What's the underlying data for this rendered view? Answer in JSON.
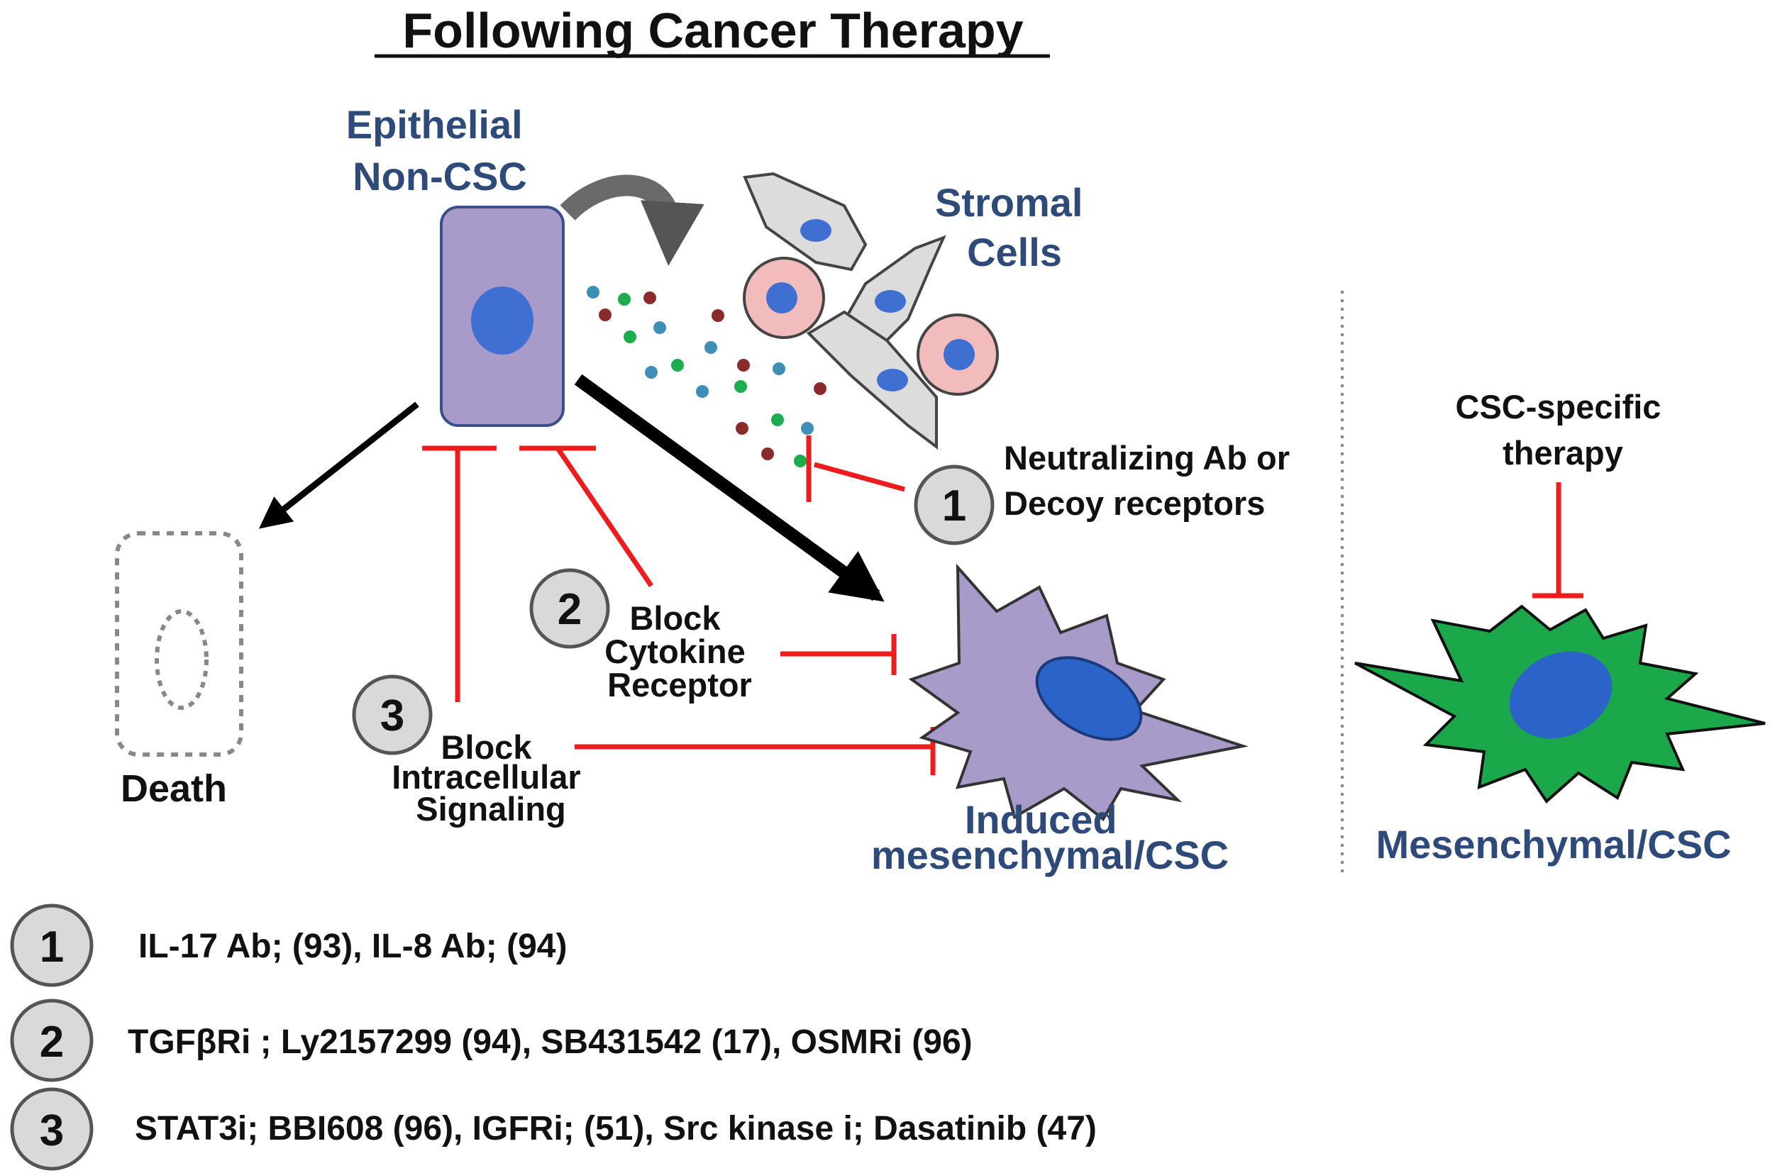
{
  "title": "Following Cancer Therapy",
  "labels": {
    "epithelial": [
      "Epithelial",
      "Non-CSC"
    ],
    "stromal": [
      "Stromal",
      "Cells"
    ],
    "death": "Death",
    "induced": [
      "Induced",
      "mesenchymal/CSC"
    ],
    "mesenchymal": "Mesenchymal/CSC",
    "csc_therapy": [
      "CSC-specific",
      "therapy"
    ]
  },
  "interventions": [
    {
      "number": "1",
      "lines": [
        "Neutralizing Ab or",
        "Decoy receptors"
      ]
    },
    {
      "number": "2",
      "lines": [
        "Block",
        "Cytokine",
        "Receptor"
      ]
    },
    {
      "number": "3",
      "lines": [
        "Block",
        "Intracellular",
        "Signaling"
      ]
    }
  ],
  "legend": [
    {
      "number": "1",
      "text": "IL-17 Ab; (93), IL-8 Ab; (94)"
    },
    {
      "number": "2",
      "text": "TGFβRi ; Ly2157299 (94), SB431542 (17), OSMRi (96)"
    },
    {
      "number": "3",
      "text": "STAT3i; BBI608 (96), IGFRi; (51), Src kinase i; Dasatinib (47)"
    }
  ],
  "colors": {
    "epithelial_cell": "#a89ac9",
    "nucleus": "#3f6fd1",
    "inhibition": "#ee1c1c",
    "csc_green": "#1aa84a",
    "induced_purple": "#a89ac9",
    "stromal_gray": "#dcdcdc",
    "stromal_pink": "#f2bcbc",
    "label_blue": "#2e4a7a",
    "badge_fill": "#d9d9d9"
  }
}
